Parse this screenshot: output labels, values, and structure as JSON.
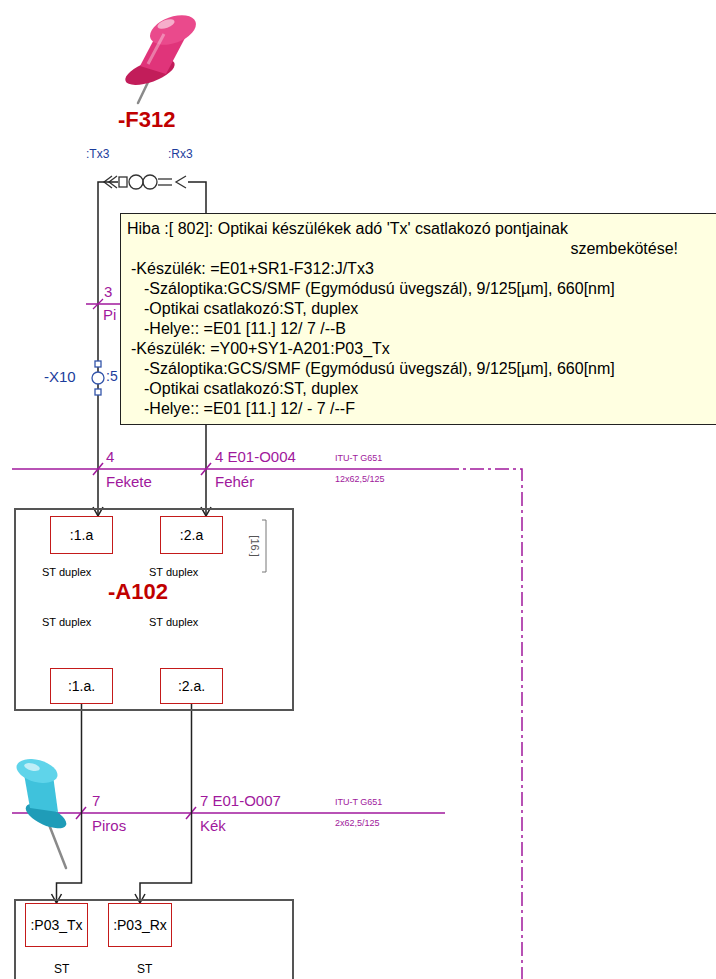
{
  "diagram": {
    "nodes": [
      {
        "text": [
          "Hiba :[ 802]: Optikai készülékek adó 'Tx' csatlakozó pontjainak szembekötése!",
          "-Készülék: =E01+SR1-F312:J/Tx3",
          "-Száloptika:GCS/SMF (Egymódusú üvegszál), 9/125[µm], 660[nm]",
          "-Optikai csatlakozó:ST, duplex",
          "-Helye:: =E01 [11.] 12/ 7 /--B",
          "-Készülék: =Y00+SY1-A201:P03_Tx",
          "-Száloptika:GCS/SMF (Egymódusú üvegszál), 9/125[µm], 660[nm]",
          "-Optikai csatlakozó:ST, duplex",
          "-Helye:: =E01 [11.] 12/ - 7 /--F"
        ]
      },
      {
        "text": [
          "ST duplex",
          "ST duplex",
          "-A102",
          "ST duplex",
          "ST duplex",
          "[16.]"
        ]
      },
      {
        "text": [
          ":1.a"
        ],
        "in": 1
      },
      {
        "text": [
          ":2.a"
        ],
        "in": 1
      },
      {
        "text": [
          ":1.a."
        ],
        "in": 1
      },
      {
        "text": [
          ":2.a."
        ],
        "in": 1
      },
      {
        "text": [
          "ST",
          "ST"
        ]
      },
      {
        "text": [
          ":P03_Tx"
        ],
        "in": 6
      },
      {
        "text": [
          ":P03_Rx"
        ],
        "in": 6
      }
    ],
    "edges": [
      {
        "from": 4,
        "to": 7,
        "arrow": "to"
      },
      {
        "from": 5,
        "to": 8,
        "arrow": "to"
      }
    ],
    "labels": [
      "-F312",
      ":Tx3",
      ":Rx3",
      "3",
      "Pi",
      "-X10",
      ":5",
      "4",
      "Fekete",
      "4 E01-O004",
      "ITU-T G651",
      "12x62,5/125",
      "Fehér",
      "7",
      "Piros",
      "7 E01-O007",
      "ITU-T G651",
      "2x62,5/125",
      "Kék"
    ]
  }
}
